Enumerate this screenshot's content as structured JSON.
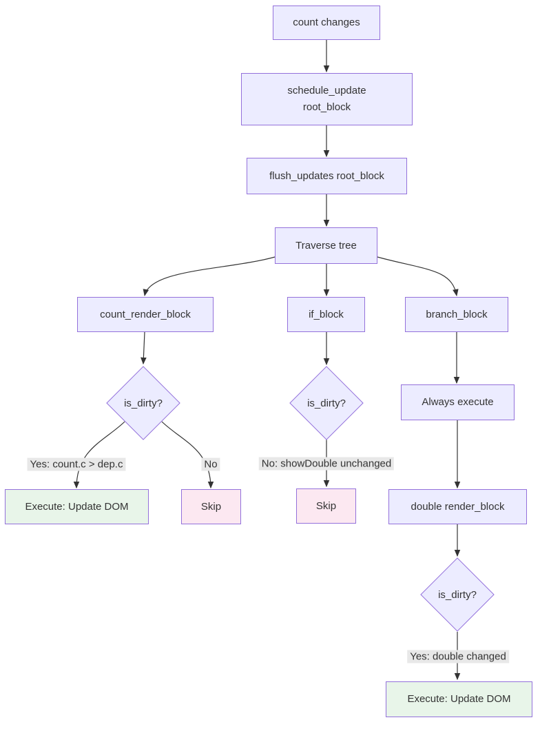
{
  "nodes": {
    "count_changes": "count changes",
    "schedule_update": "schedule_update\nroot_block",
    "flush_updates": "flush_updates root_block",
    "traverse_tree": "Traverse tree",
    "count_render_block": "count_render_block",
    "if_block": "if_block",
    "branch_block": "branch_block",
    "is_dirty_count": "is_dirty?",
    "is_dirty_if": "is_dirty?",
    "is_dirty_double": "is_dirty?",
    "always_execute": "Always execute",
    "double_render_block": "double render_block",
    "execute_count": "Execute: Update DOM",
    "skip_count": "Skip",
    "skip_if": "Skip",
    "execute_double": "Execute: Update DOM"
  },
  "edge_labels": {
    "yes_count": "Yes: count.c > dep.c",
    "no_count": "No",
    "no_if": "No: showDouble unchanged",
    "yes_double": "Yes: double changed"
  },
  "colors": {
    "node_fill": "#ECECFF",
    "node_border": "#9370DB",
    "decision_fill": "#ECECFF",
    "execute_fill": "#E8F5E9",
    "skip_fill": "#FCE8F1",
    "edge_label_bg": "#E8E8E8",
    "edge_color": "#333333",
    "text_color": "#333333",
    "background": "#FFFFFF"
  }
}
